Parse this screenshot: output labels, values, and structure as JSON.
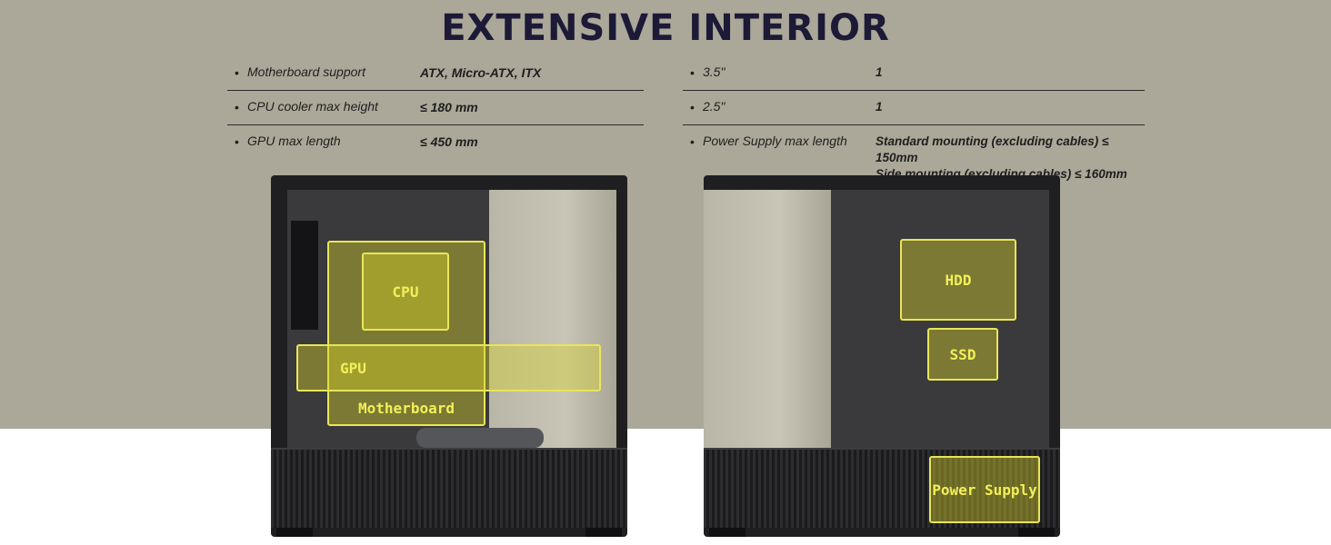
{
  "title": "EXTENSIVE INTERIOR",
  "specs_left": [
    {
      "label": "Motherboard support",
      "value": "ATX, Micro-ATX, ITX"
    },
    {
      "label": "CPU cooler max height",
      "value": "≤ 180 mm"
    },
    {
      "label": "GPU max length",
      "value": "≤ 450 mm"
    }
  ],
  "specs_right": [
    {
      "label": "3.5\"",
      "value": "1"
    },
    {
      "label": "2.5\"",
      "value": "1"
    },
    {
      "label": "Power Supply max length",
      "value_line1": "Standard mounting (excluding cables) ≤ 150mm",
      "value_line2": "Side mounting (excluding cables) ≤ 160mm"
    }
  ],
  "bullet": "•",
  "left_case_labels": {
    "cpu": "CPU",
    "gpu": "GPU",
    "motherboard": "Motherboard"
  },
  "right_case_labels": {
    "hdd": "HDD",
    "ssd": "SSD",
    "psu": "Power Supply"
  },
  "colors": {
    "background_top": "#aba899",
    "title": "#1d1a37",
    "highlight": "#e8e55a"
  }
}
